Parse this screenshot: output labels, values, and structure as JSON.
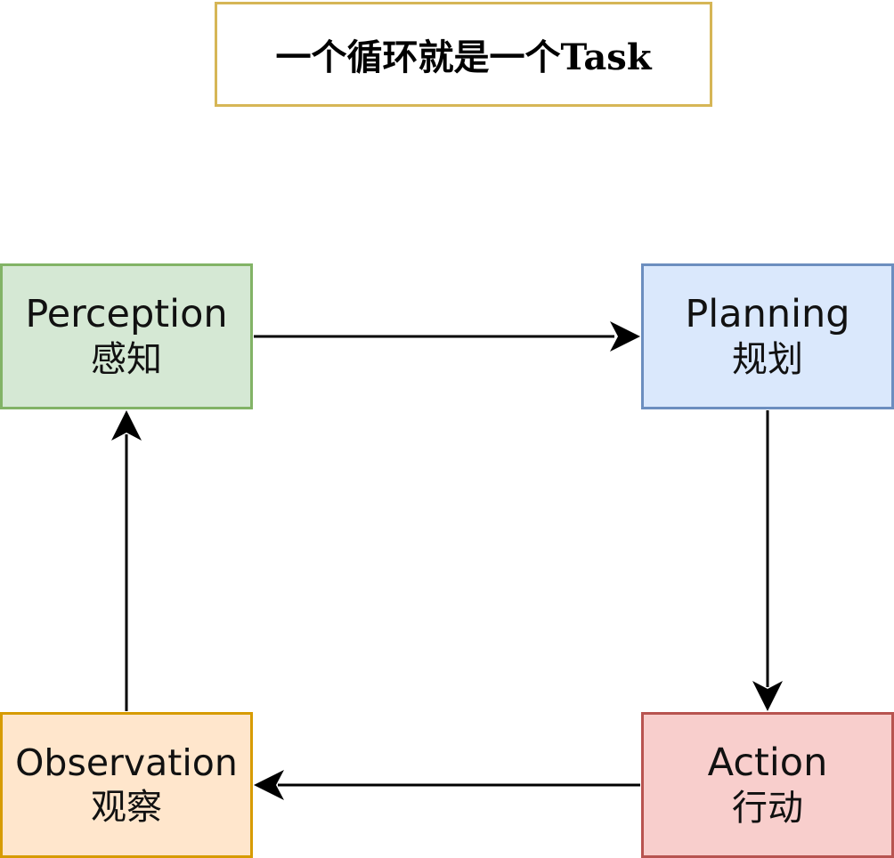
{
  "title": "一个循环就是一个Task",
  "nodes": {
    "perception": {
      "en": "Perception",
      "zh": "感知",
      "fill": "#d5e8d4",
      "stroke": "#82b366"
    },
    "planning": {
      "en": "Planning",
      "zh": "规划",
      "fill": "#dae8fc",
      "stroke": "#6c8ebf"
    },
    "action": {
      "en": "Action",
      "zh": "行动",
      "fill": "#f8cecc",
      "stroke": "#b85450"
    },
    "observation": {
      "en": "Observation",
      "zh": "观察",
      "fill": "#ffe6cc",
      "stroke": "#d79b00"
    }
  },
  "edges": [
    {
      "from": "perception",
      "to": "planning"
    },
    {
      "from": "planning",
      "to": "action"
    },
    {
      "from": "action",
      "to": "observation"
    },
    {
      "from": "observation",
      "to": "perception"
    }
  ],
  "colors": {
    "title_border": "#d6b656",
    "arrow": "#000000"
  }
}
